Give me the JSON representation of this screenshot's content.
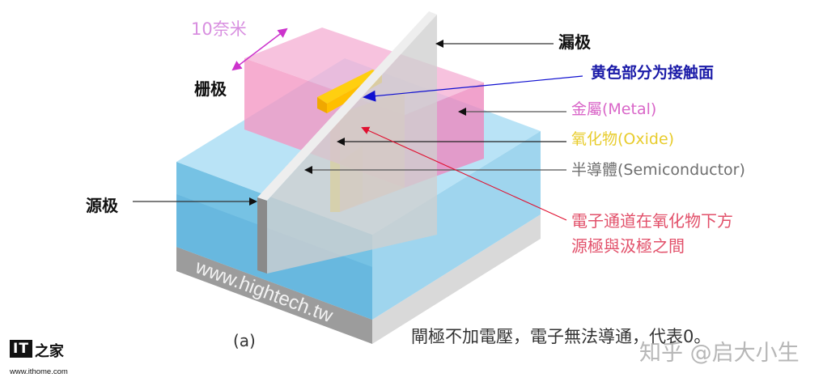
{
  "labels": {
    "nanometer": "10奈米",
    "drain": "漏极",
    "gate": "栅极",
    "source": "源极",
    "contact_surface": "黄色部分为接触面",
    "metal": "金屬(Metal)",
    "oxide": "氧化物(Oxide)",
    "semiconductor": "半導體(Semiconductor)",
    "channel_line1": "電子通道在氧化物下方",
    "channel_line2": "源極與汲極之間"
  },
  "figure": {
    "sublabel": "(a)",
    "site_watermark": "www.hightech.tw",
    "caption": "閘極不加電壓，電子無法導通，代表0。"
  },
  "watermarks": {
    "zhihu": "知乎 @启大小生",
    "ithome_logo_box": "IT",
    "ithome_logo_cn": "之家",
    "ithome_url": "www.ithome.com"
  },
  "colors": {
    "metal": "#f4a6cf",
    "oxide": "#f5c000",
    "semiconductor": "#8ecfee",
    "substrate": "#9a9a9a",
    "contact_label": "#1a1aa8",
    "channel_label": "#e2506a",
    "nanometer_arrow": "#cc33cc"
  }
}
